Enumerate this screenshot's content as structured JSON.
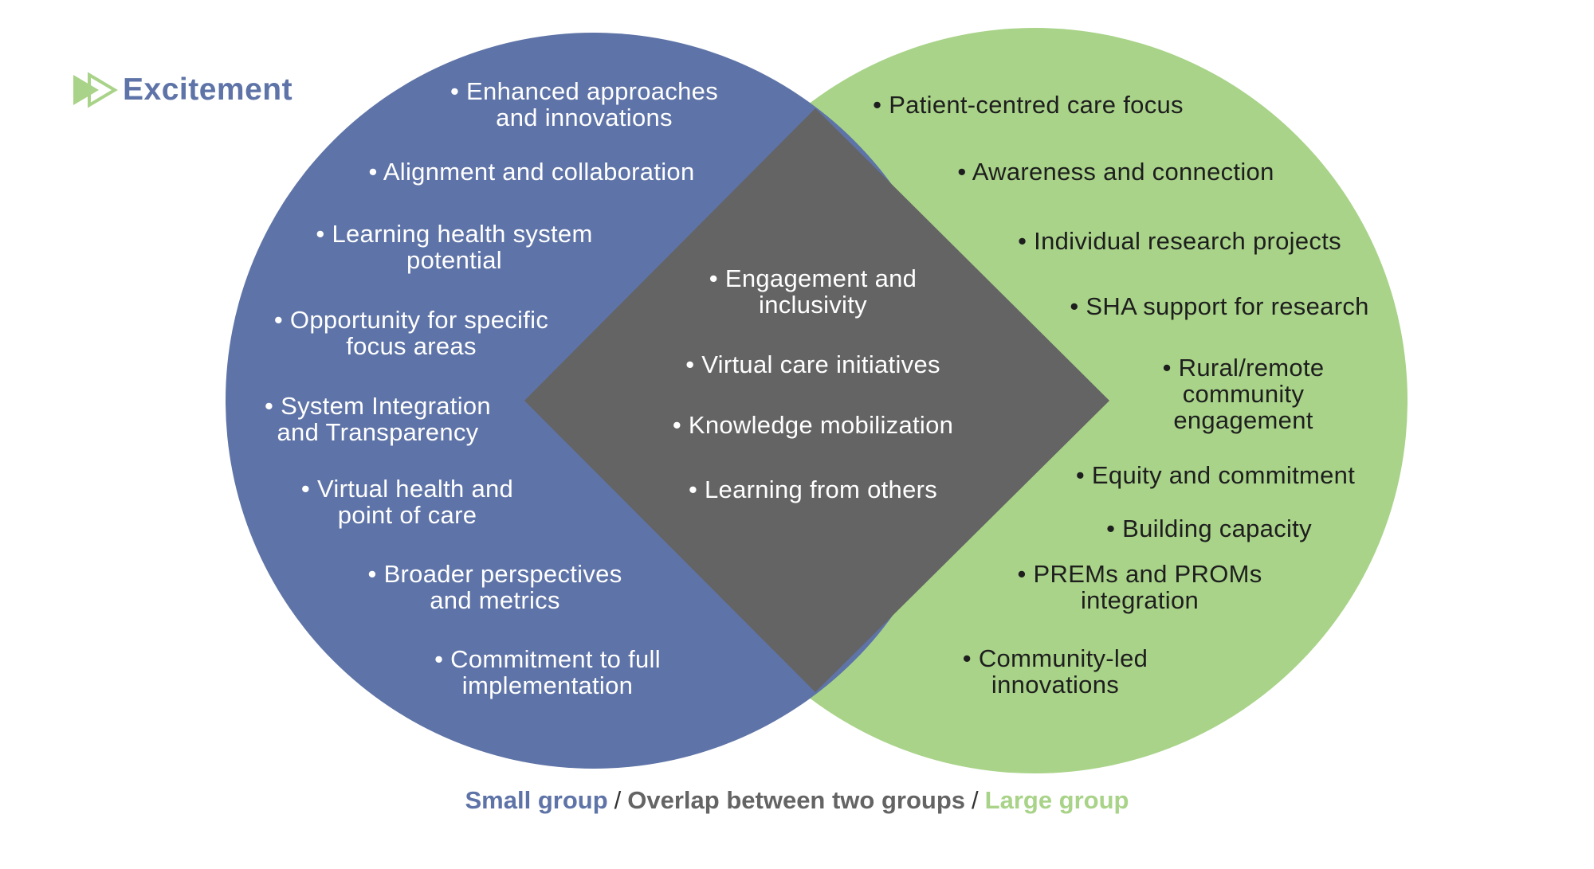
{
  "title": "Excitement",
  "colors": {
    "small_group": "#5e73a7",
    "overlap": "#646464",
    "large_group": "#a8d388",
    "title_arrow": "#a8d388",
    "title_text": "#5e73a7"
  },
  "small_group_items": [
    [
      "• Enhanced approaches",
      "and innovations"
    ],
    [
      "• Alignment and collaboration"
    ],
    [
      "• Learning health system",
      "potential"
    ],
    [
      "•  Opportunity for specific",
      "focus areas"
    ],
    [
      "•  System Integration",
      "and Transparency"
    ],
    [
      "•  Virtual health and",
      "point of care"
    ],
    [
      "•  Broader perspectives",
      "and metrics"
    ],
    [
      "•  Commitment to full",
      "implementation"
    ]
  ],
  "overlap_items": [
    [
      "• Engagement and",
      "inclusivity"
    ],
    [
      "• Virtual care initiatives"
    ],
    [
      "• Knowledge mobilization"
    ],
    [
      "• Learning from others"
    ]
  ],
  "large_group_items": [
    [
      "• Patient-centred care focus"
    ],
    [
      "• Awareness and connection"
    ],
    [
      "• Individual research projects"
    ],
    [
      "• SHA support for research"
    ],
    [
      "• Rural/remote",
      "community",
      "engagement"
    ],
    [
      "• Equity and commitment"
    ],
    [
      "• Building capacity"
    ],
    [
      "• PREMs and PROMs",
      "integration"
    ],
    [
      "• Community-led",
      "innovations"
    ]
  ],
  "legend": {
    "small": "Small group",
    "overlap": "Overlap between two groups",
    "large": "Large group",
    "separator": "/"
  }
}
